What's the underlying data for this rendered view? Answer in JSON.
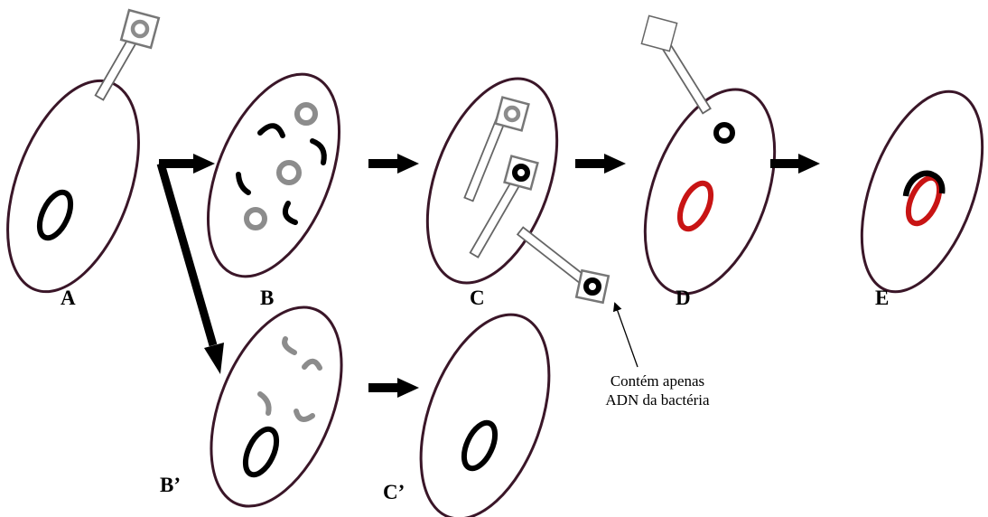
{
  "panels": {
    "a": "A",
    "b": "B",
    "c": "C",
    "d": "D",
    "e": "E",
    "b_prime": "B’",
    "c_prime": "C’"
  },
  "annotation": {
    "line1": "Contém apenas",
    "line2": "ADN da bactéria"
  },
  "colors": {
    "cell_outline": "#3a1628",
    "phage_dna": "#8c8c8c",
    "bacterial_dna": "#000000",
    "recombinant_dna": "#c81414",
    "arrow": "#000000"
  }
}
